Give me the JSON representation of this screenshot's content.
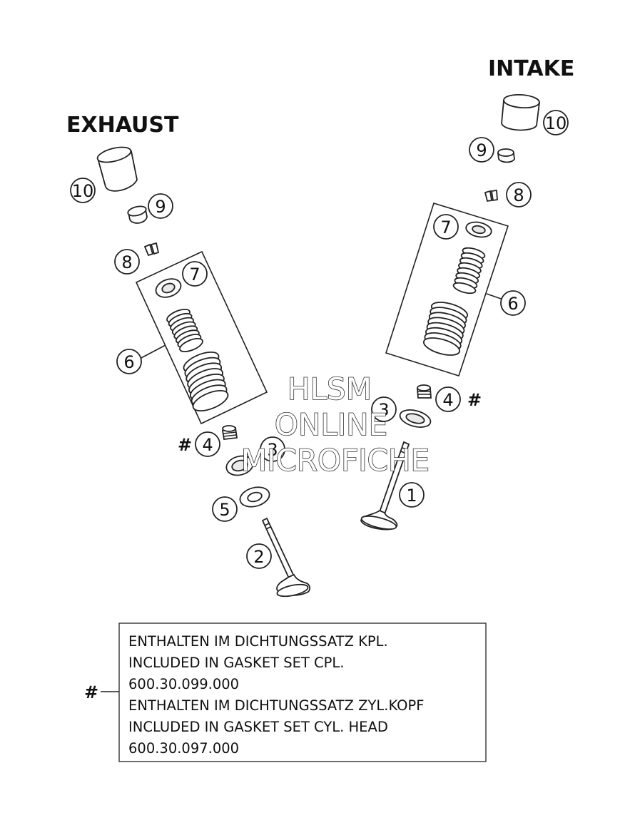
{
  "headings": {
    "exhaust": "EXHAUST",
    "intake": "INTAKE"
  },
  "callouts": {
    "exhaust": {
      "n10": "10",
      "n9": "9",
      "n8": "8",
      "n7": "7",
      "n6": "6",
      "n4": "4",
      "n3": "3",
      "n5": "5",
      "n2": "2",
      "hash": "#"
    },
    "intake": {
      "n10": "10",
      "n9": "9",
      "n8": "8",
      "n7": "7",
      "n6": "6",
      "n4": "4",
      "n3": "3",
      "n1": "1",
      "hash": "#"
    }
  },
  "watermark": {
    "line1": "HLSM",
    "line2": "ONLINE",
    "line3": "MICROFICHE"
  },
  "note": {
    "marker": "#",
    "lines": [
      "ENTHALTEN IM DICHTUNGSSATZ KPL.",
      "INCLUDED IN GASKET SET CPL.",
      "600.30.099.000",
      "ENTHALTEN IM DICHTUNGSSATZ ZYL.KOPF",
      "INCLUDED IN GASKET SET CYL. HEAD",
      "600.30.097.000"
    ]
  }
}
